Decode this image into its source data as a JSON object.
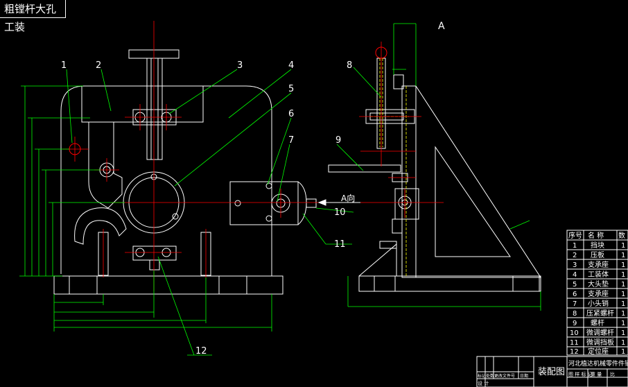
{
  "title": "粗镗杆大孔工装",
  "view_label": "A",
  "direction_label": "A向",
  "callouts": [
    "1",
    "2",
    "3",
    "4",
    "5",
    "6",
    "7",
    "8",
    "9",
    "10",
    "11",
    "12"
  ],
  "bom": {
    "headers": [
      "序号",
      "名 称",
      "数"
    ],
    "rows": [
      {
        "no": "1",
        "name": "挡块",
        "qty": "1"
      },
      {
        "no": "2",
        "name": "压板",
        "qty": "1"
      },
      {
        "no": "3",
        "name": "支承座",
        "qty": "1"
      },
      {
        "no": "4",
        "name": "工装体",
        "qty": "1"
      },
      {
        "no": "5",
        "name": "大头垫",
        "qty": "1"
      },
      {
        "no": "6",
        "name": "支承座",
        "qty": "1"
      },
      {
        "no": "7",
        "name": "小头销",
        "qty": "1"
      },
      {
        "no": "8",
        "name": "压紧螺杆",
        "qty": "1"
      },
      {
        "no": "9",
        "name": "螺杆",
        "qty": "1"
      },
      {
        "no": "10",
        "name": "微调螺杆",
        "qty": "1"
      },
      {
        "no": "11",
        "name": "微调挡板",
        "qty": "1"
      },
      {
        "no": "12",
        "name": "定位座",
        "qty": "1"
      }
    ]
  },
  "title_block": {
    "drawing_name": "装配图",
    "school": "河北植达机械零件件销",
    "row_labels": [
      "标记",
      "处数",
      "更改文件号",
      "日期"
    ],
    "design_label": "设 计",
    "bottom_labels": [
      "图 样 标 记",
      "重 量",
      "比"
    ]
  },
  "colors": {
    "outline": "#ffffff",
    "dimension": "#00ff00",
    "center": "#ff0000",
    "hidden": "#ffff00",
    "background": "#000000"
  }
}
